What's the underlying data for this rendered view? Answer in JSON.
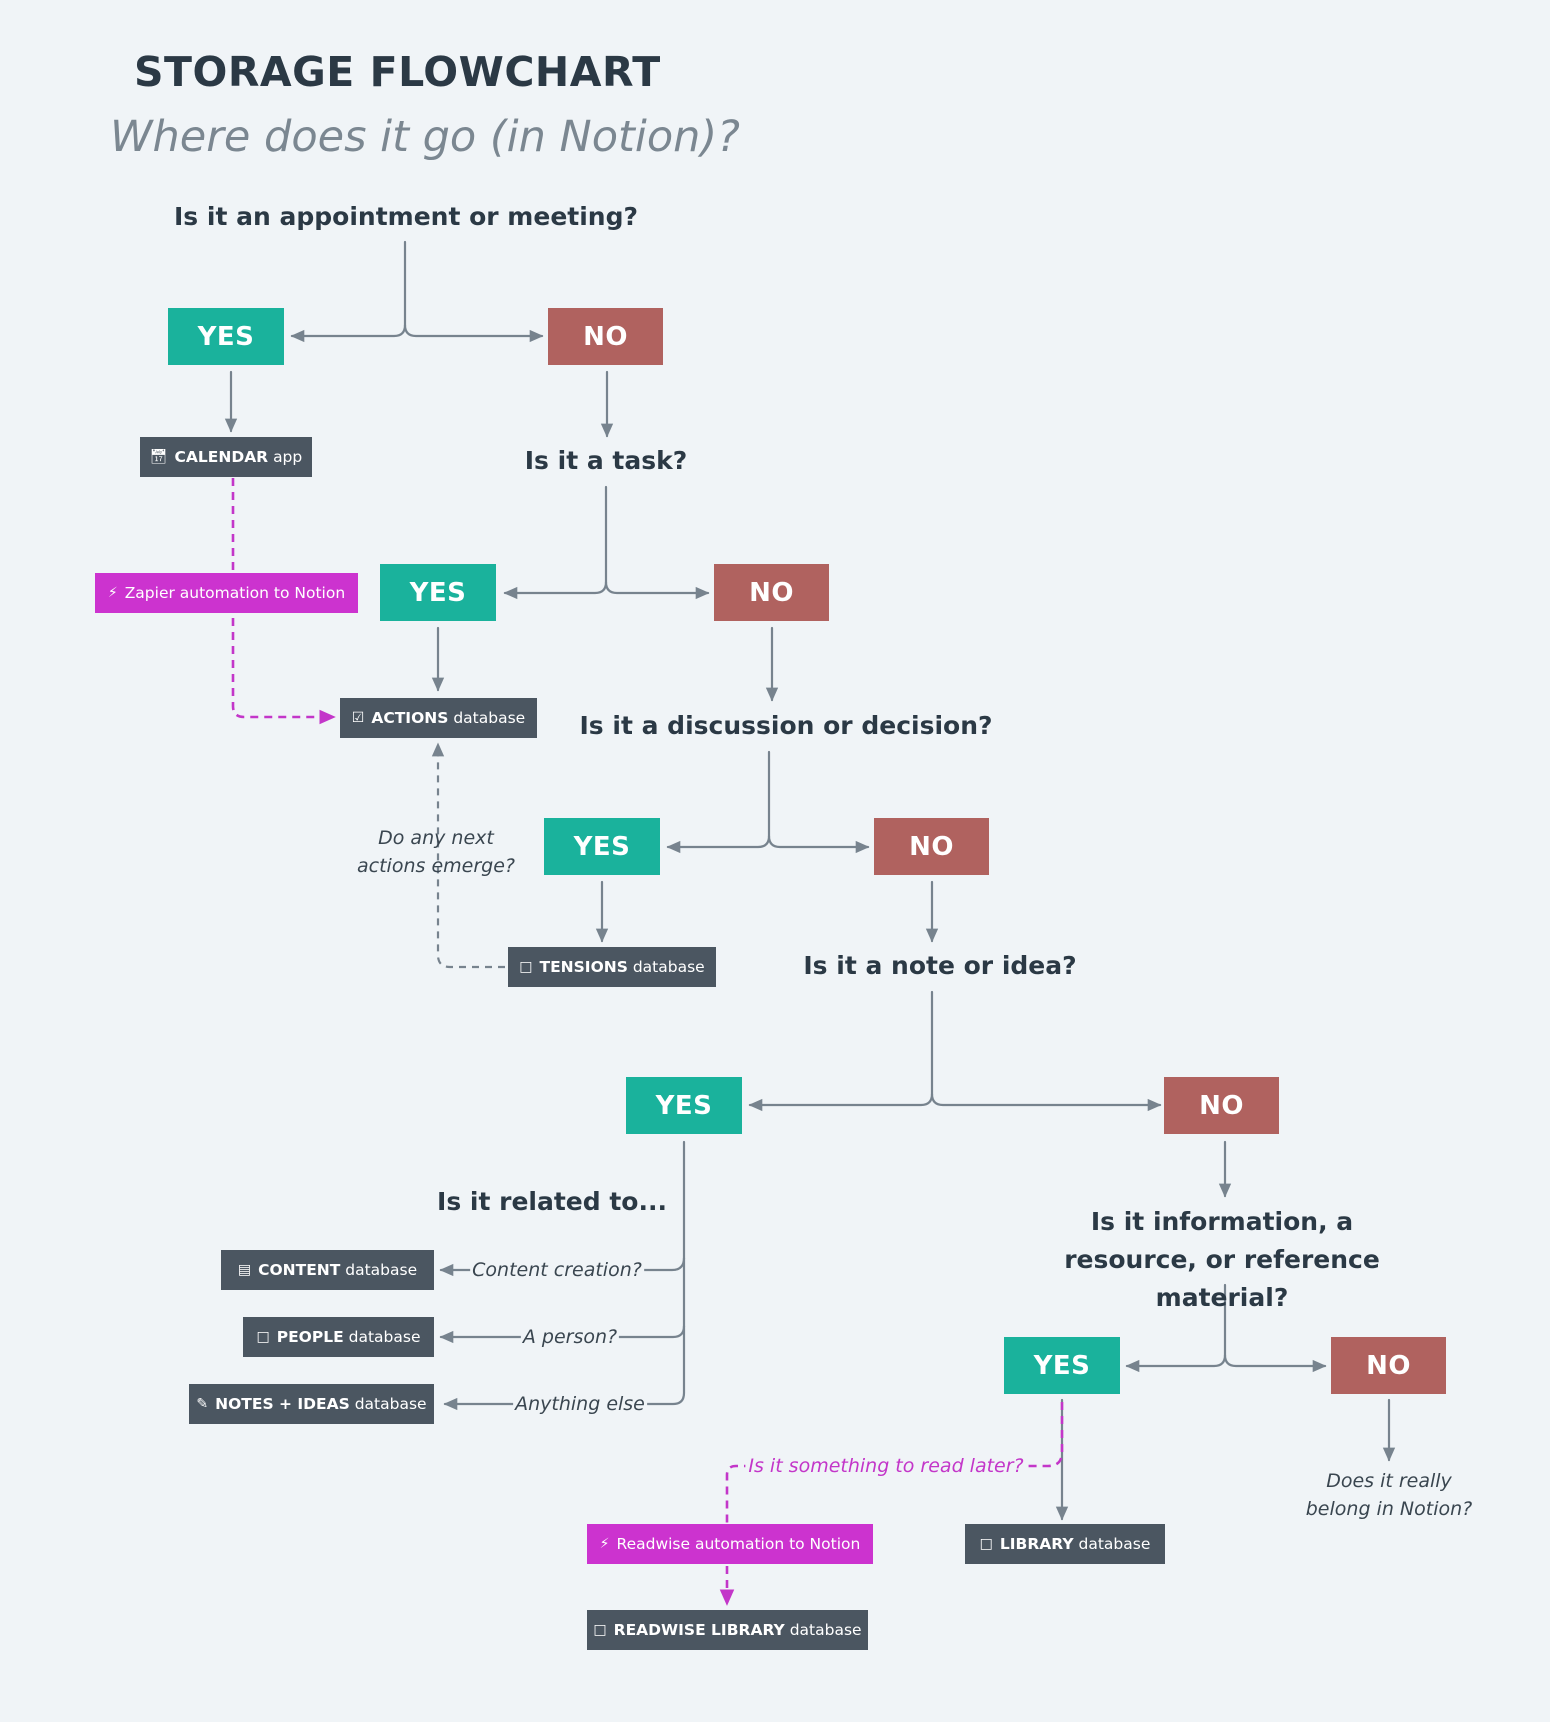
{
  "header": {
    "title": "STORAGE FLOWCHART",
    "subtitle": "Where does it go (in Notion)?"
  },
  "questions": {
    "q1": "Is it an appointment or meeting?",
    "q2": "Is it a task?",
    "q3": "Is it a discussion or decision?",
    "q4": "Is it a note or idea?",
    "q5": "Is it related to...",
    "q6": "Is it information, a resource, or reference material?"
  },
  "answers": {
    "yes": "YES",
    "no": "NO"
  },
  "destinations": {
    "calendar": {
      "bold": "CALENDAR",
      "rest": "app",
      "icon": "calendar-icon"
    },
    "actions": {
      "bold": "ACTIONS",
      "rest": "database",
      "icon": "checkbox-icon"
    },
    "tensions": {
      "bold": "TENSIONS",
      "rest": "database",
      "icon": "page-icon"
    },
    "content": {
      "bold": "CONTENT",
      "rest": "database",
      "icon": "document-icon"
    },
    "people": {
      "bold": "PEOPLE",
      "rest": "database",
      "icon": "page-icon"
    },
    "notes_ideas": {
      "bold": "NOTES + IDEAS",
      "rest": "database",
      "icon": "pencil-icon"
    },
    "library": {
      "bold": "LIBRARY",
      "rest": "database",
      "icon": "page-icon"
    },
    "readwise_library": {
      "bold": "READWISE LIBRARY",
      "rest": "database",
      "icon": "page-icon"
    }
  },
  "automations": {
    "zapier": {
      "label": "Zapier automation to Notion",
      "icon": "lightning-icon"
    },
    "readwise": {
      "label": "Readwise automation to Notion",
      "icon": "lightning-icon"
    }
  },
  "notes": {
    "next_actions": "Do any next actions emerge?",
    "read_later": "Is it something to read later?",
    "belong": "Does it really belong in Notion?"
  },
  "branches": {
    "content_creation": "Content creation?",
    "person": "A person?",
    "anything_else": "Anything else"
  },
  "colors": {
    "background": "#f0f4f7",
    "yes": "#1ab29c",
    "no": "#b0625f",
    "database": "#4b5661",
    "automation": "#cc33cf",
    "connector": "#77838e",
    "automation_line": "#c336c9"
  }
}
